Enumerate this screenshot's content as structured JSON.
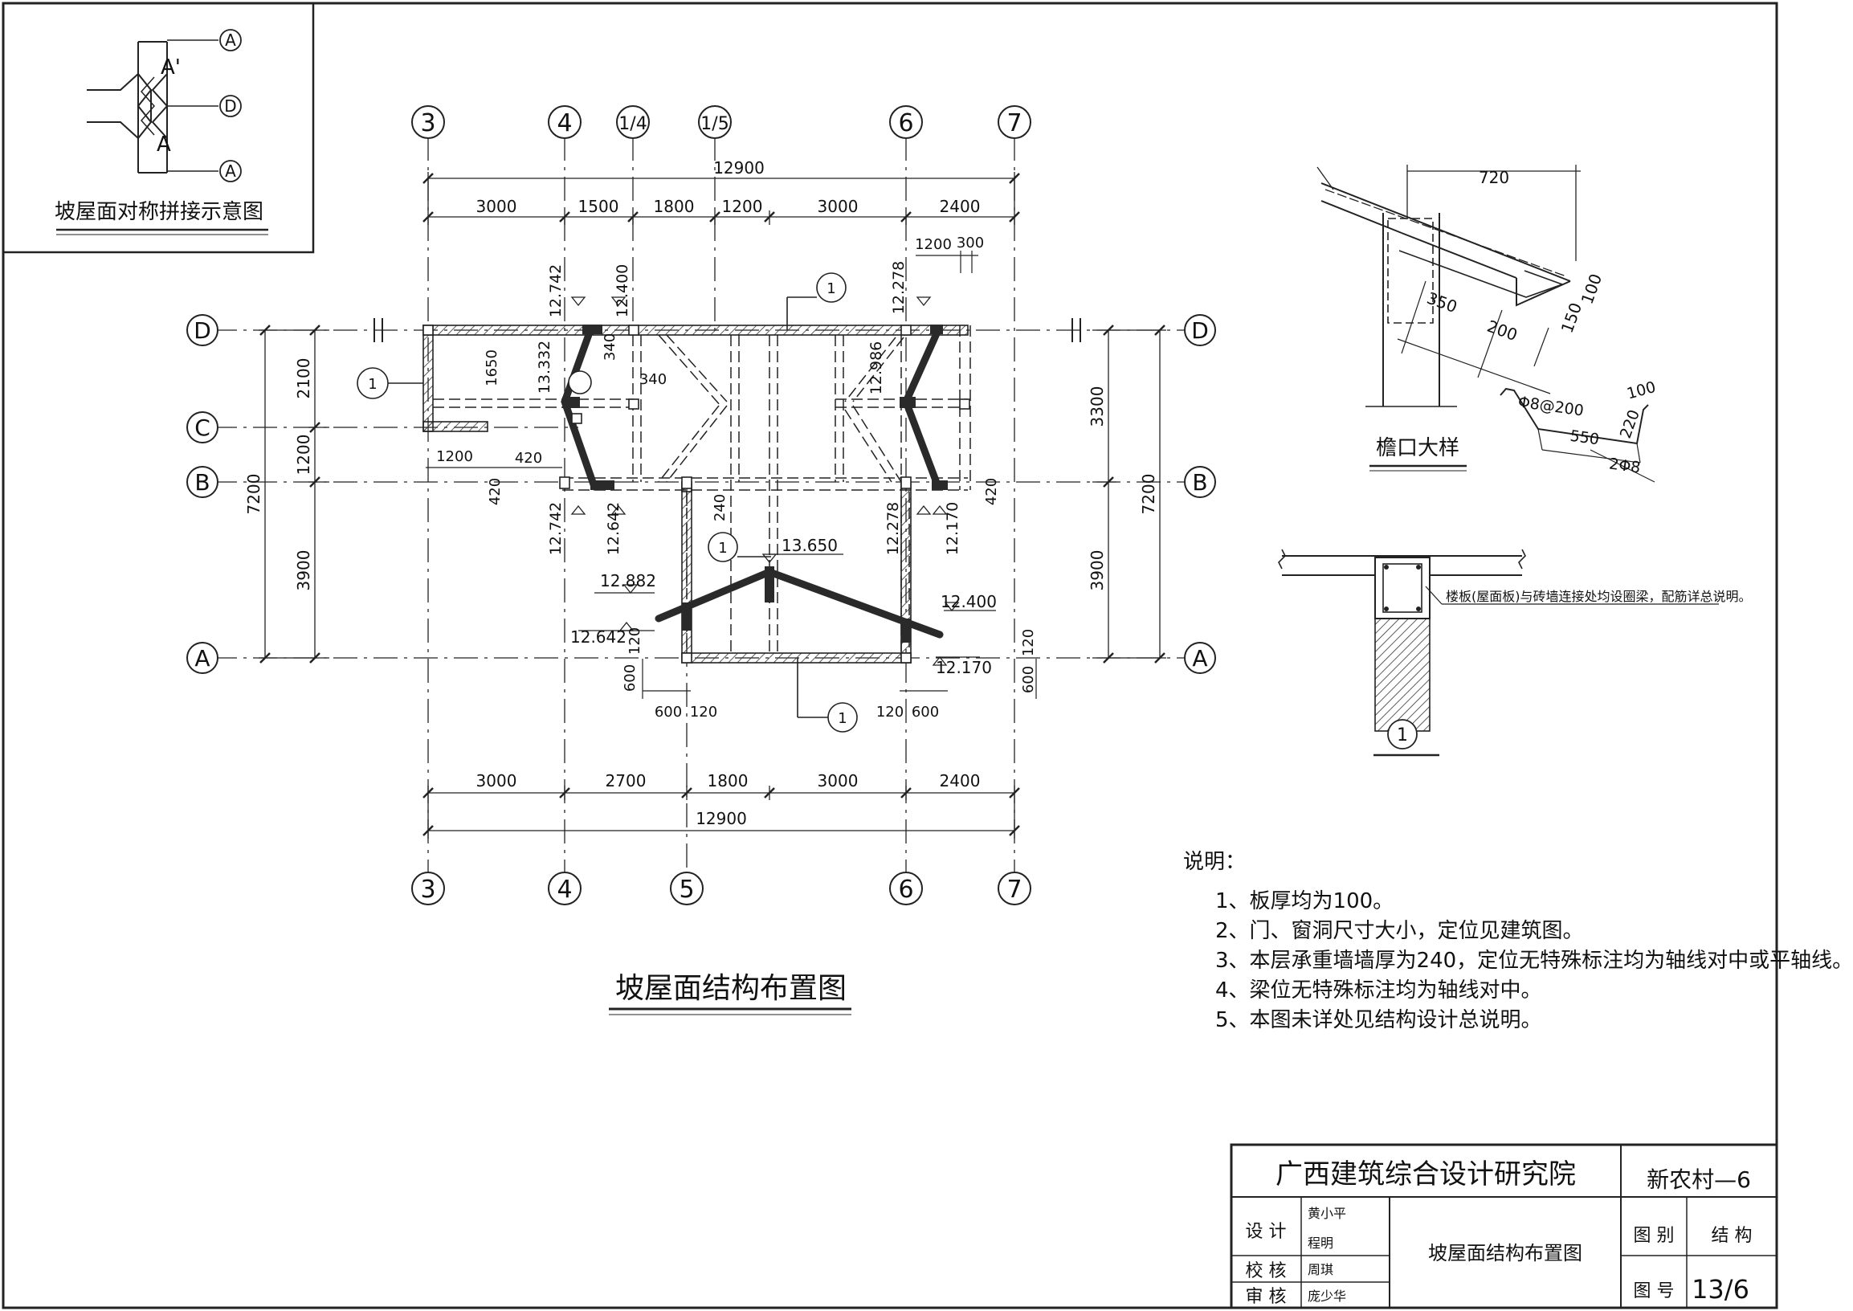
{
  "inset_title": "坡屋面对称拼接示意图",
  "inset_labels": {
    "a_prime": "A'",
    "a": "A"
  },
  "main_title": "坡屋面结构布置图",
  "axes_top": [
    "3",
    "4",
    "1/4",
    "1/5",
    "6",
    "7"
  ],
  "axes_bottom": [
    "3",
    "4",
    "5",
    "6",
    "7"
  ],
  "axes_rows": [
    "D",
    "C",
    "B",
    "A"
  ],
  "dims_top_total": "12900",
  "dims_top": [
    "3000",
    "1500",
    "1800",
    "1200",
    "3000",
    "2400"
  ],
  "dims_bottom": [
    "3000",
    "2700",
    "1800",
    "3000",
    "2400"
  ],
  "dims_bottom_total": "12900",
  "dims_left": [
    "2100",
    "1200",
    "3900"
  ],
  "dims_left_total": "7200",
  "dims_right": [
    "3300",
    "3900"
  ],
  "dims_right_total": "7200",
  "section_mark": "1",
  "elevations": {
    "e12742a": "12.742",
    "e12400": "12.400",
    "e12278a": "12.278",
    "e13332": "13.332",
    "e12986": "12.986",
    "e12742b": "12.742",
    "e12642a": "12.642",
    "e12278b": "12.278",
    "e12170a": "12.170",
    "e13650": "13.650",
    "e12882": "12.882",
    "e12642b": "12.642",
    "e12400b": "12.400",
    "e12170b": "12.170"
  },
  "small_dims": {
    "d1650": "1650",
    "d340a": "340",
    "d340b": "340",
    "d1200a": "1200",
    "d300": "300",
    "d1200b": "1200",
    "d420a": "420",
    "d420b": "420",
    "d420c": "420",
    "d240": "240",
    "d120a": "120",
    "d120b": "120",
    "d600a": "600",
    "d600b": "600",
    "d600c": "600",
    "d120c": "120",
    "d120d": "120",
    "d600d": "600"
  },
  "eaves_detail": {
    "title": "檐口大样",
    "d720": "720",
    "d350": "350",
    "d200": "200",
    "d150": "150",
    "d100a": "100",
    "d100b": "100",
    "rebar1": "Φ8@200",
    "d220": "220",
    "d550": "550",
    "rebar2": "2Φ8"
  },
  "section_detail": {
    "note": "楼板(屋面板)与砖墙连接处均设圈梁，配筋详总说明。",
    "mark": "1"
  },
  "notes": {
    "heading": "说明：",
    "items": [
      "1、板厚均为100。",
      "2、门、窗洞尺寸大小，定位见建筑图。",
      "3、本层承重墙墙厚为240，定位无特殊标注均为轴线对中或平轴线。",
      "4、梁位无特殊标注均为轴线对中。",
      "5、本图未详处见结构设计总说明。"
    ]
  },
  "title_block": {
    "institute": "广西建筑综合设计研究院",
    "project": "新农村—6",
    "design_label": "设 计",
    "designers": [
      "黄小平",
      "程明"
    ],
    "check_label": "校 核",
    "checker": "周琪",
    "review_label": "审 核",
    "reviewer": "庞少华",
    "drawing_name": "坡屋面结构布置图",
    "category_label": "图 别",
    "category": "结 构",
    "number_label": "图 号",
    "number": "13/6"
  }
}
